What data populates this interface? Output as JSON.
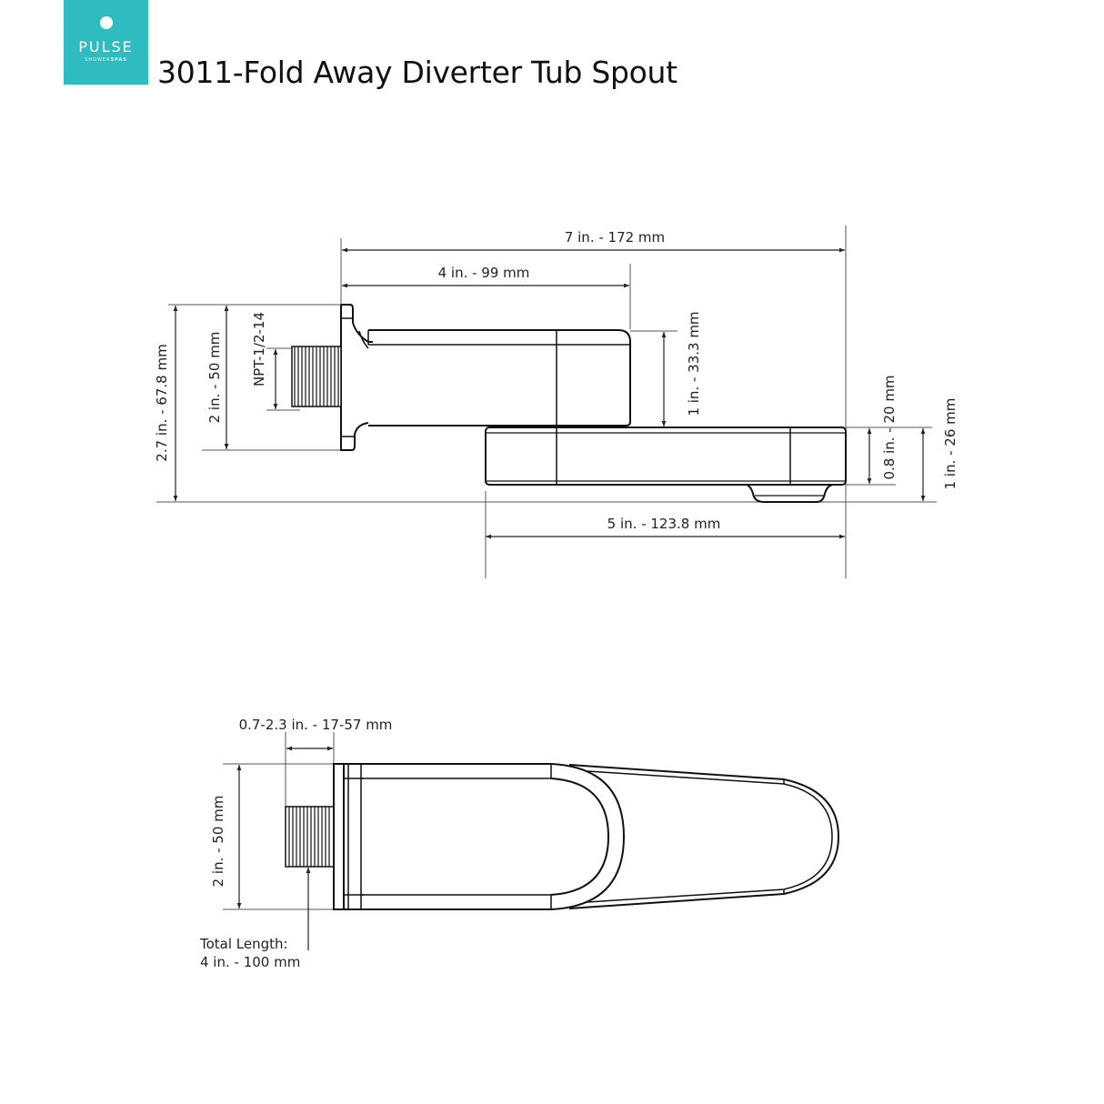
{
  "logo": {
    "brand": "PULSE",
    "tagline_light": "SHOWER",
    "tagline_bold": "SPAS",
    "background_color": "#2fbcc0"
  },
  "title": "3011-Fold Away Diverter Tub Spout",
  "side_view": {
    "dimensions": {
      "overall_length": "7 in. - 172 mm",
      "body_length": "4 in. - 99 mm",
      "spout_length": "5 in. - 123.8 mm",
      "overall_height": "2.7 in. - 67.8 mm",
      "flange_height": "2 in. - 50 mm",
      "thread": "NPT-1/2-14",
      "body_height": "1 in. - 33.3 mm",
      "spout_height": "0.8 in. - 20 mm",
      "spout_total_height": "1 in. - 26 mm"
    }
  },
  "top_view": {
    "dimensions": {
      "thread_length": "0.7-2.3 in. - 17-57 mm",
      "flange_height": "2 in. - 50 mm",
      "total_length_label": "Total Length:",
      "total_length_value": "4 in. - 100 mm"
    }
  }
}
